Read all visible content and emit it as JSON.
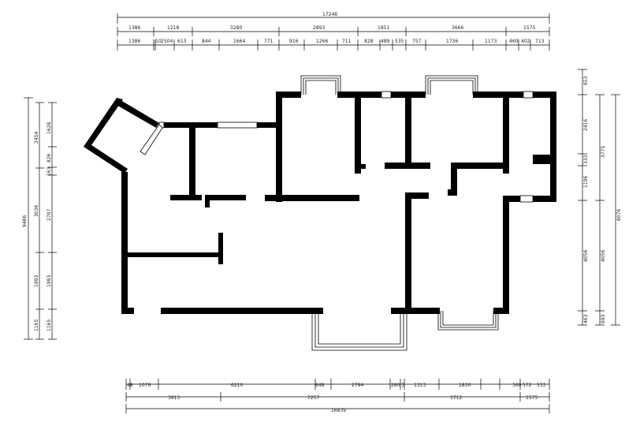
{
  "dimensions": {
    "top_total": "17248",
    "top_row1": [
      "1386",
      "1218",
      "3280",
      "2893",
      "1851",
      "3666",
      "1575"
    ],
    "top_row2": [
      "1386",
      "10",
      "2504",
      "613",
      "844",
      "1664",
      "771",
      "916",
      "1266",
      "711",
      "828",
      "489",
      "535",
      "757",
      "1736",
      "1173",
      "460",
      "402",
      "713"
    ],
    "bottom_row1": [
      "48",
      "1079",
      "6210",
      "648",
      "2794",
      "280",
      "3",
      "1313",
      "1830",
      "360",
      "572",
      "533"
    ],
    "bottom_row2": [
      "3613",
      "7257",
      "3712",
      "1575"
    ],
    "bottom_total": "16839",
    "left_total": "9486",
    "left_outer": [
      "2454",
      "3036",
      "1993",
      "1165"
    ],
    "left_inner": [
      "1628",
      "826",
      "163",
      "2707",
      "1993",
      "1165"
    ],
    "right_inner": [
      "653",
      "2416",
      "333",
      "1196",
      "4056",
      "463"
    ],
    "right_outer": [
      "3775",
      "4056",
      "693"
    ],
    "right_total": "8076"
  }
}
